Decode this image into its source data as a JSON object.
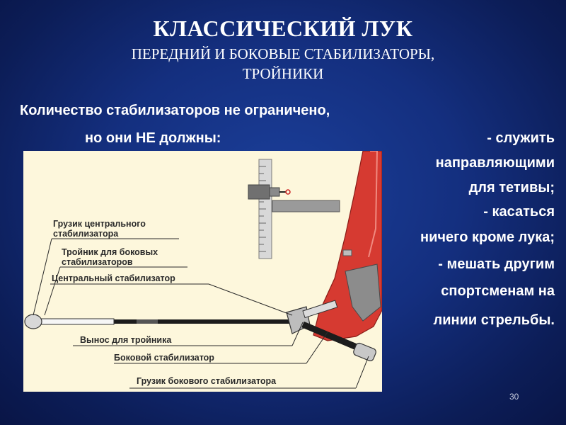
{
  "title": {
    "line1": "КЛАССИЧЕСКИЙ ЛУК",
    "line2": "ПЕРЕДНИЙ И БОКОВЫЕ СТАБИЛИЗАТОРЫ,",
    "line3": "ТРОЙНИКИ"
  },
  "body": {
    "intro_line1": "Количество стабилизаторов не ограничено,",
    "intro_line2": "но они НЕ должны:",
    "rules": [
      "- служить",
      "направляющими",
      "для тетивы;",
      "- касаться",
      "ничего кроме лука;",
      "- мешать другим",
      "спортсменам на",
      "линии стрельбы."
    ]
  },
  "figure": {
    "labels": {
      "weight_central_1": "Грузик центрального",
      "weight_central_2": "стабилизатора",
      "tee_1": "Тройник для боковых",
      "tee_2": "стабилизаторов",
      "central": "Центральный стабилизатор",
      "extension": "Вынос для тройника",
      "side": "Боковой стабилизатор",
      "side_weight": "Грузик бокового стабилизатора"
    },
    "colors": {
      "riser": "#d63a31",
      "background": "#fdf7dc",
      "rod": "#1c1c1c"
    }
  },
  "slide_number": "30"
}
